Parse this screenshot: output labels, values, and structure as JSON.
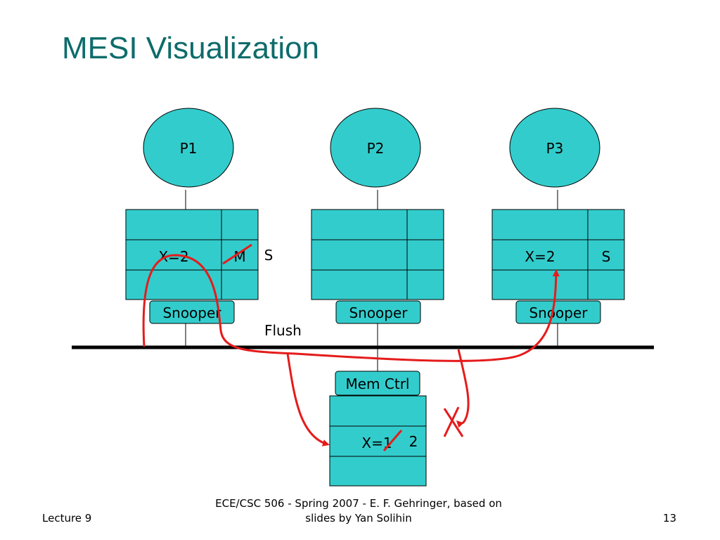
{
  "slide": {
    "title": "MESI Visualization"
  },
  "processors": [
    {
      "label": "P1",
      "snooper": "Snooper",
      "cache_value": "X=2",
      "state_old": "M",
      "state_new": "S"
    },
    {
      "label": "P2",
      "snooper": "Snooper"
    },
    {
      "label": "P3",
      "snooper": "Snooper",
      "cache_value": "X=2",
      "state": "S"
    }
  ],
  "bus": {
    "label": "Flush"
  },
  "memory": {
    "controller_label": "Mem Ctrl",
    "value_old": "X=1",
    "value_new": "2"
  },
  "footer": {
    "left": "Lecture 9",
    "center": "ECE/CSC 506 - Spring 2007 - E. F. Gehringer, based on slides by Yan Solihin",
    "right": "13"
  },
  "colors": {
    "title": "#0e6b6b",
    "box_fill": "#33cccc",
    "annotation": "#e51b1b",
    "bus": "#000000"
  }
}
